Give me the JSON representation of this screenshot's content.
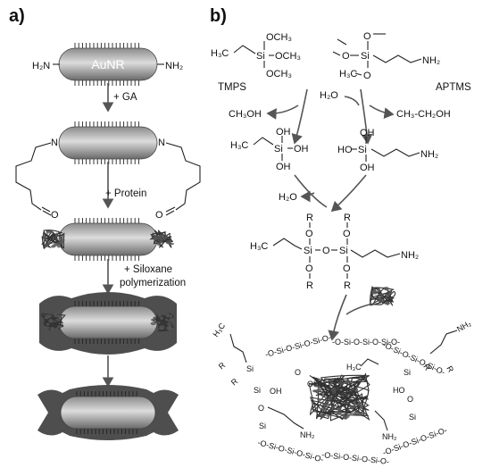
{
  "panel_a": {
    "label": "a)",
    "rod_label": "AuNR",
    "left_group": "H₂N",
    "right_group": "NH₂",
    "step1": "+ GA",
    "step2": "+ Protein",
    "step3_line1": "+ Siloxane",
    "step3_line2": "polymerization",
    "imine_n": "N",
    "aldehyde_o": "O"
  },
  "panel_b": {
    "label": "b)",
    "tmps_name": "TMPS",
    "aptms_name": "APTMS",
    "h3c": "H₃C",
    "och3": "OCH₃",
    "si": "Si",
    "o": "O",
    "oh": "OH",
    "ho": "HO",
    "nh2": "NH₂",
    "r": "R",
    "ch3oh": "CH₃OH",
    "h2o": "H₂O",
    "ethanol": "CH₃-CH₂OH",
    "h2o_out": "H₂O",
    "network_ring": "-O-Si-O-Si-O-Si-O-"
  },
  "colors": {
    "rod_dark": "#6f6f6f",
    "rod_light": "#d8d8d8",
    "shell": "#505050",
    "arrow": "#555555"
  }
}
